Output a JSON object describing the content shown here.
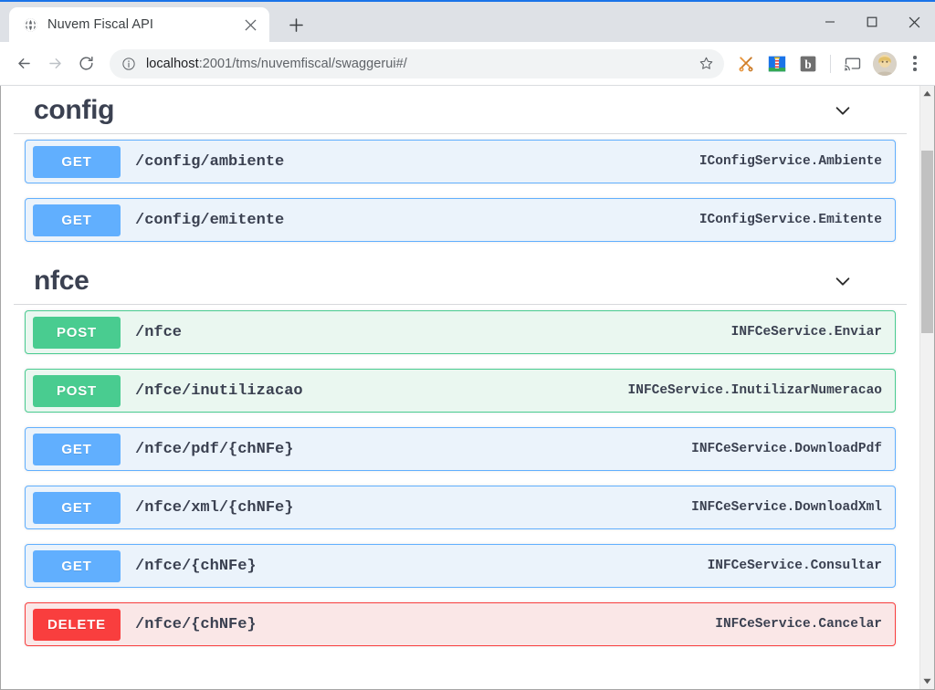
{
  "browser": {
    "tab": {
      "title": "Nuvem Fiscal API",
      "favicon": "globe-icon",
      "close": "×"
    },
    "newtab_label": "+",
    "window_controls": {
      "minimize": "—",
      "maximize": "□",
      "close": "✕"
    },
    "nav": {
      "back": "←",
      "forward": "→",
      "reload": "⟳"
    },
    "omnibox": {
      "info_icon": "site-info-icon",
      "host": "localhost",
      "path": ":2001/tms/nuvemfiscal/swaggerui#/",
      "full_url": "localhost:2001/tms/nuvemfiscal/swaggerui#/",
      "star_icon": "bookmark-star-icon"
    },
    "extensions": [
      {
        "name": "cut-tool-icon",
        "glyph": "✂"
      },
      {
        "name": "lighthouse-icon",
        "glyph": ""
      },
      {
        "name": "bitwarden-b-icon",
        "glyph": "b"
      }
    ],
    "cast_icon": "cast-icon",
    "avatar": "profile-avatar",
    "menu": "three-dot-menu"
  },
  "colors": {
    "get": "#61affe",
    "post": "#49cc90",
    "delete": "#f93e3e",
    "get_bg": "#ebf3fb",
    "post_bg": "#eaf7f0",
    "delete_bg": "#fae7e7",
    "text": "#3b4151",
    "accent": "#1a73e8"
  },
  "sections": [
    {
      "tag": "config",
      "toggle_icon": "chevron-down-icon",
      "operations": [
        {
          "method": "GET",
          "path": "/config/ambiente",
          "summary": "IConfigService.Ambiente"
        },
        {
          "method": "GET",
          "path": "/config/emitente",
          "summary": "IConfigService.Emitente"
        }
      ]
    },
    {
      "tag": "nfce",
      "toggle_icon": "chevron-down-icon",
      "operations": [
        {
          "method": "POST",
          "path": "/nfce",
          "summary": "INFCeService.Enviar"
        },
        {
          "method": "POST",
          "path": "/nfce/inutilizacao",
          "summary": "INFCeService.InutilizarNumeracao"
        },
        {
          "method": "GET",
          "path": "/nfce/pdf/{chNFe}",
          "summary": "INFCeService.DownloadPdf"
        },
        {
          "method": "GET",
          "path": "/nfce/xml/{chNFe}",
          "summary": "INFCeService.DownloadXml"
        },
        {
          "method": "GET",
          "path": "/nfce/{chNFe}",
          "summary": "INFCeService.Consultar"
        },
        {
          "method": "DELETE",
          "path": "/nfce/{chNFe}",
          "summary": "INFCeService.Cancelar"
        }
      ]
    }
  ],
  "scrollbar": {
    "up_arrow": "scroll-up-arrow",
    "down_arrow": "scroll-down-arrow"
  }
}
